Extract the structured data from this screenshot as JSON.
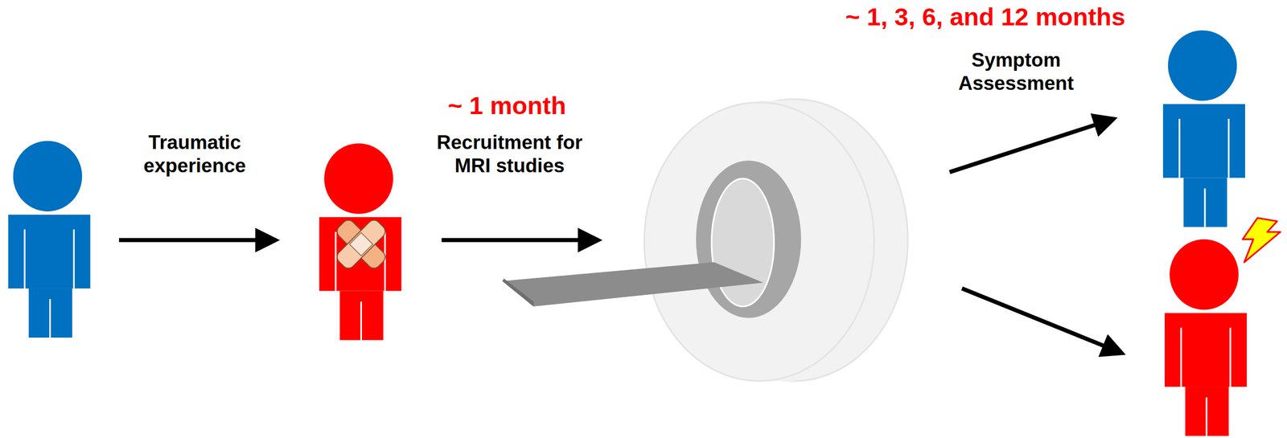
{
  "diagram": {
    "labels": [
      "Traumatic experience",
      "~ 1 month",
      "Recruitment for MRI studies",
      "~ 1, 3, 6, and 12 months",
      "Symptom Assessment"
    ]
  }
}
